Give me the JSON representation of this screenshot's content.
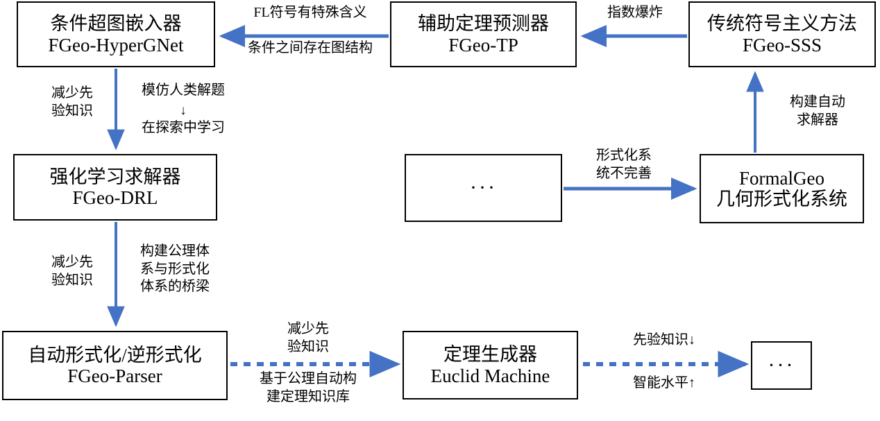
{
  "meta": {
    "arrow_color": "#4472C4",
    "box_border_color": "#000000",
    "background": "#ffffff",
    "text_color": "#000000"
  },
  "nodes": [
    {
      "id": "hypergnet",
      "line1": "条件超图嵌入器",
      "line2": "FGeo-HyperGNet"
    },
    {
      "id": "tp",
      "line1": "辅助定理预测器",
      "line2": "FGeo-TP"
    },
    {
      "id": "sss",
      "line1": "传统符号主义方法",
      "line2": "FGeo-SSS"
    },
    {
      "id": "drl",
      "line1": "强化学习求解器",
      "line2": "FGeo-DRL"
    },
    {
      "id": "dots1",
      "line1": "···",
      "line2": ""
    },
    {
      "id": "formalgeo",
      "line1": "FormalGeo",
      "line2": "几何形式化系统"
    },
    {
      "id": "parser",
      "line1": "自动形式化/逆形式化",
      "line2": "FGeo-Parser"
    },
    {
      "id": "euclid",
      "line1": "定理生成器",
      "line2": "Euclid Machine"
    },
    {
      "id": "dots2",
      "line1": "···",
      "line2": ""
    }
  ],
  "edge_labels": {
    "fl_symbol_meaning": "FL符号有特殊含义",
    "graph_structure_between_conditions": "条件之间存在图结构",
    "exponential_explosion": "指数爆炸",
    "reduce_prior_knowledge_1": "减少先\n验知识",
    "imitate_human_solving": "模仿人类解题",
    "down_arrow_glyph": "↓",
    "learn_in_exploration": "在探索中学习",
    "build_auto_solver": "构建自动\n求解器",
    "formal_system_imperfect": "形式化系\n统不完善",
    "reduce_prior_knowledge_2": "减少先\n验知识",
    "bridge_axiom_formal": "构建公理体\n系与形式化\n体系的桥梁",
    "reduce_prior_knowledge_3": "减少先\n验知识",
    "auto_build_theorem_kb": "基于公理自动构\n建定理知识库",
    "prior_knowledge_down": "先验知识↓",
    "intelligence_level_up": "智能水平↑"
  }
}
